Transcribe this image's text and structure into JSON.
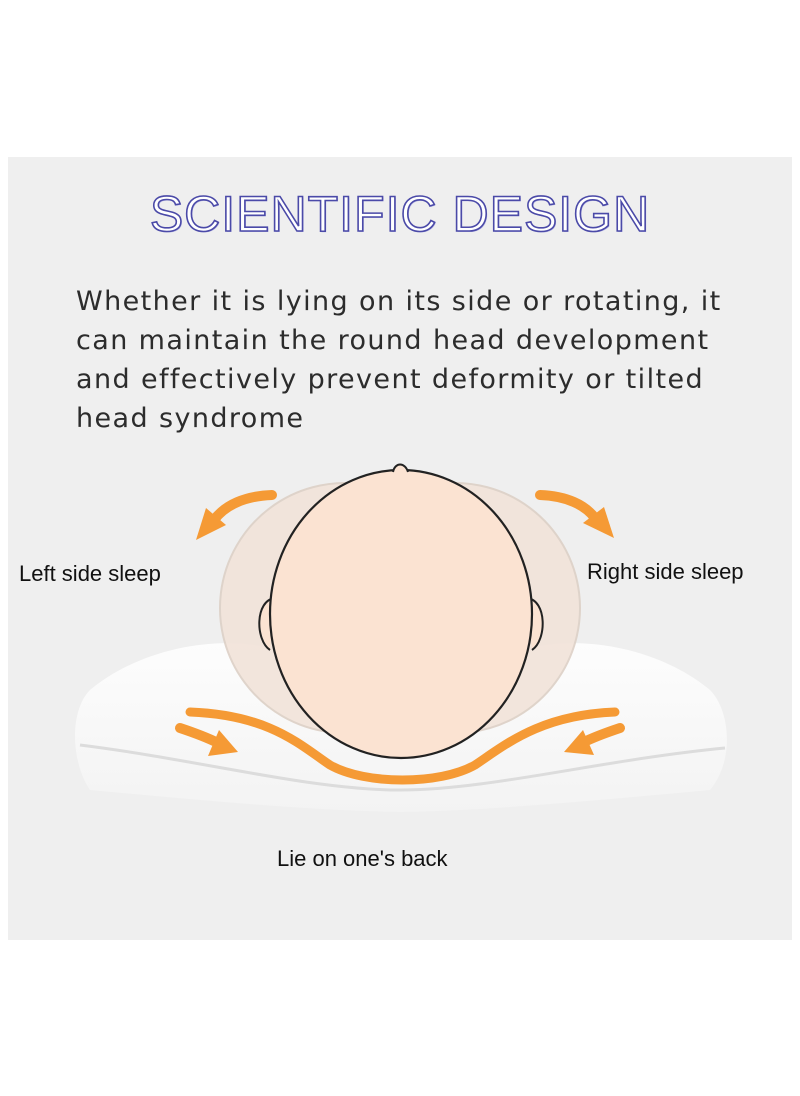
{
  "title": "SCIENTIFIC DESIGN",
  "description": "Whether it is lying on its side or rotating, it can maintain the round head development and effectively prevent deformity or tilted head syndrome",
  "labels": {
    "left": "Left side sleep",
    "right": "Right side sleep",
    "back": "Lie on one's back"
  },
  "colors": {
    "title_outline": "#4b4aa8",
    "arrow": "#f59a35",
    "head_fill": "#fbe3d2",
    "head_outline": "#222222",
    "panel": "#efefef"
  }
}
